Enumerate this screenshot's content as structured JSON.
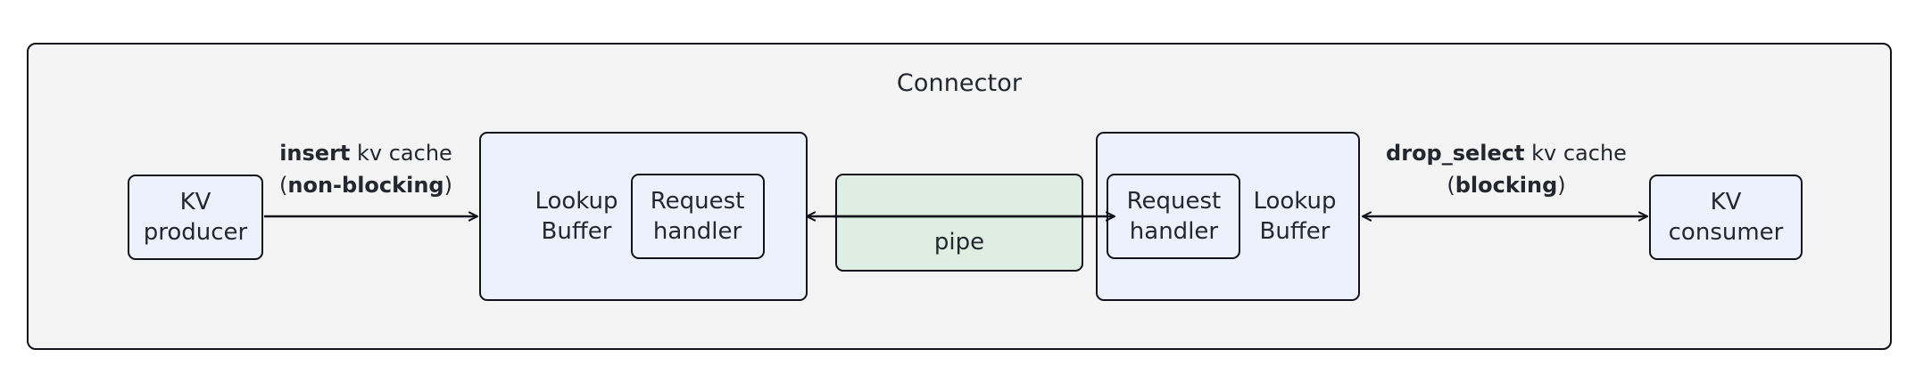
{
  "diagram": {
    "container": {
      "title": "Connector",
      "background_color": "#f4f4f4",
      "border_color": "#12131a"
    },
    "colors": {
      "node_blue": "#edf1fc",
      "node_green": "#dfeee3",
      "stroke": "#12131a",
      "text": "#23272f",
      "page_background": "#ffffff"
    },
    "nodes": {
      "kv_producer": {
        "line1": "KV",
        "line2": "producer",
        "fill": "#edf1fc"
      },
      "kv_consumer": {
        "line1": "KV",
        "line2": "consumer",
        "fill": "#edf1fc"
      },
      "lookup_buffer_left": {
        "label_line1": "Lookup",
        "label_line2": "Buffer",
        "fill": "#edf1fc",
        "handler": {
          "line1": "Request",
          "line2": "handler",
          "fill": "#edf1fc"
        }
      },
      "lookup_buffer_right": {
        "label_line1": "Lookup",
        "label_line2": "Buffer",
        "fill": "#edf1fc",
        "handler": {
          "line1": "Request",
          "line2": "handler",
          "fill": "#edf1fc"
        }
      },
      "pipe": {
        "label": "pipe",
        "fill": "#dfeee3"
      }
    },
    "edges": {
      "insert": {
        "line1_bold": "insert",
        "line1_rest": " kv cache",
        "line2_open": "(",
        "line2_bold": "non-blocking",
        "line2_close": ")",
        "direction": "right"
      },
      "drop_select": {
        "line1_bold": "drop_select",
        "line1_rest": " kv cache",
        "line2_open": "(",
        "line2_bold": "blocking",
        "line2_close": ")",
        "direction": "both"
      },
      "pipe_to_left_buffer": {
        "direction": "left"
      },
      "pipe_to_right_buffer": {
        "direction": "right"
      }
    }
  }
}
